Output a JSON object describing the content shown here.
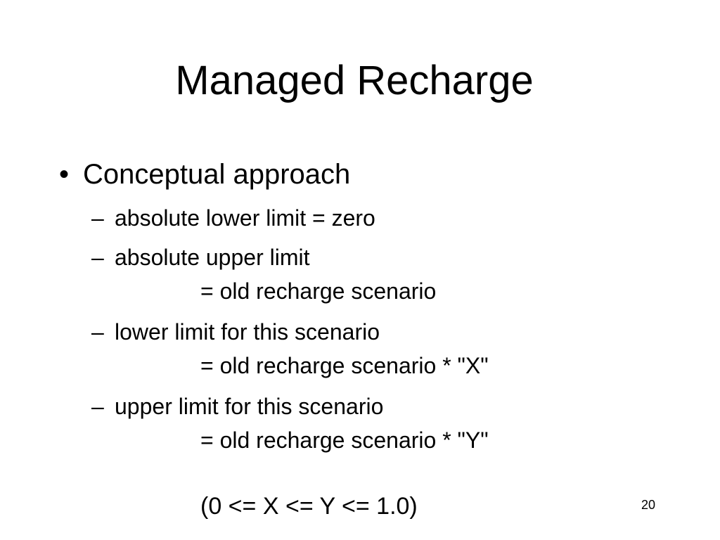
{
  "slide": {
    "title": "Managed Recharge",
    "bullet": {
      "marker": "•",
      "text": "Conceptual approach"
    },
    "sub_marker": "–",
    "sub_items": [
      {
        "text": "absolute lower limit = zero"
      },
      {
        "text": "absolute upper limit",
        "continuation": "= old recharge scenario"
      },
      {
        "text": "lower limit for this scenario",
        "continuation": "= old recharge scenario * \"X\""
      },
      {
        "text": "upper limit for this scenario",
        "continuation": "= old recharge scenario * \"Y\""
      }
    ],
    "range_note": "(0 <= X <= Y <= 1.0)",
    "slide_number": "20"
  }
}
